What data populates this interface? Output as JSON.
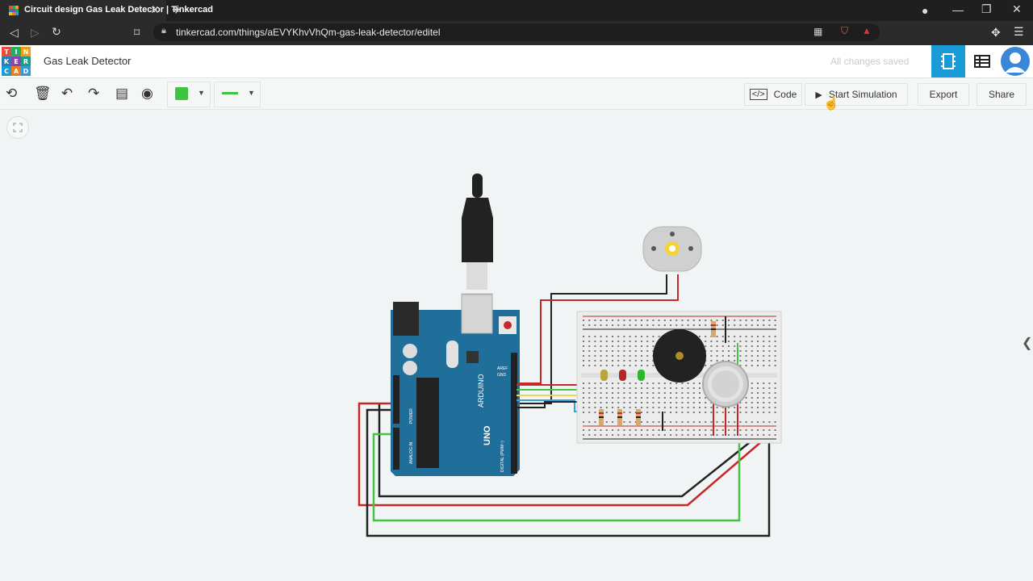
{
  "browser": {
    "tab_title": "Circuit design Gas Leak Detector | Tinkercad",
    "url": "tinkercad.com/things/aEVYKhvVhQm-gas-leak-detector/editel"
  },
  "app": {
    "logo_letters": [
      "T",
      "I",
      "N",
      "K",
      "E",
      "R",
      "C",
      "A",
      "D"
    ],
    "design_title": "Gas Leak Detector",
    "save_status": "All changes saved"
  },
  "toolbar": {
    "code_label": "Code",
    "start_label": "Start Simulation",
    "export_label": "Export",
    "share_label": "Share"
  },
  "icons": {
    "rotate": "rotate-icon",
    "delete": "trash-icon",
    "undo": "undo-icon",
    "redo": "redo-icon",
    "notes": "notes-icon",
    "visibility": "eye-icon",
    "fit": "fit-view-icon"
  },
  "colors": {
    "accent": "#1a9ad6",
    "wire_color": "#3ec43e",
    "board": "#1f6f9a"
  },
  "board_labels": {
    "arduino": "ARDUINO",
    "uno": "UNO",
    "digital": "DIGITAL (PWM~)",
    "analog": "ANALOG IN",
    "power": "POWER",
    "aref": "AREF",
    "gnd": "GND"
  }
}
